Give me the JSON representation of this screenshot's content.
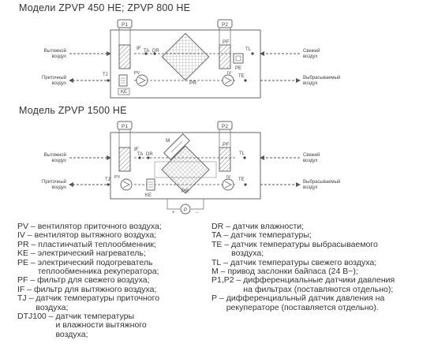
{
  "titles": {
    "model1": "Модели ZPVP 450 HE; ZPVP 800 HE",
    "model2": "Модель ZPVP 1500 HE"
  },
  "diagram_labels": {
    "exhaust_air_lines": [
      "Вытяжной",
      "воздух"
    ],
    "supply_air_lines": [
      "Приточный",
      "воздух"
    ],
    "fresh_air_lines": [
      "Свежий",
      "воздух"
    ],
    "discharge_air_lines": [
      "Выбрасываемый",
      "воздух"
    ],
    "P1": "P1",
    "P2": "P2",
    "P": "P",
    "IF": "IF",
    "PF": "PF",
    "PE": "PE",
    "KE": "KE",
    "TA": "TA",
    "DR": "DR",
    "TL": "TL",
    "TE": "TE",
    "TJ": "TJ",
    "PR": "PR",
    "PV": "PV",
    "IV": "IV",
    "M": "M",
    "plus": "+",
    "minus": "−"
  },
  "legend_left": [
    {
      "code": "PV",
      "sep": " – ",
      "lines": [
        "вентилятор приточного воздуха;"
      ]
    },
    {
      "code": "IV",
      "sep": " – ",
      "lines": [
        "вентилятор вытяжного воздуха;"
      ]
    },
    {
      "code": "PR",
      "sep": " – ",
      "lines": [
        "пластинчатый теплообменник;"
      ]
    },
    {
      "code": "KE",
      "sep": " – ",
      "lines": [
        "электрический нагреватель;"
      ]
    },
    {
      "code": "PE",
      "sep": " – ",
      "lines": [
        "электрический подогреватель",
        "теплообменника рекуператора;"
      ]
    },
    {
      "code": "PF",
      "sep": " – ",
      "lines": [
        "фильтр для свежего воздуха;"
      ]
    },
    {
      "code": "IF",
      "sep": " – ",
      "lines": [
        "фильтр для вытяжного воздуха;"
      ]
    },
    {
      "code": "TJ",
      "sep": " – ",
      "lines": [
        "датчик температуры приточного",
        "воздуха;"
      ]
    },
    {
      "code": "DTJ100",
      "sep": " – ",
      "lines": [
        "датчик температуры",
        "и влажности вытяжного",
        "воздуха;"
      ]
    }
  ],
  "legend_right": [
    {
      "code": "DR",
      "sep": " – ",
      "lines": [
        "датчик влажности;"
      ]
    },
    {
      "code": "TA",
      "sep": " – ",
      "lines": [
        "датчик температуры;"
      ]
    },
    {
      "code": "TE",
      "sep": " – ",
      "lines": [
        "датчик температуры выбрасываемого",
        "воздуха;"
      ]
    },
    {
      "code": "TL",
      "sep": " – ",
      "lines": [
        "датчик температуры свежего воздуха;"
      ]
    },
    {
      "code": "M",
      "sep": " – ",
      "lines": [
        "привод заслонки байпаса (24 В~);"
      ]
    },
    {
      "code": "P1,P2",
      "sep": " – ",
      "lines": [
        "дифференциальные датчики давления",
        "на фильтрах (поставляются отдельно);"
      ]
    },
    {
      "code": "P",
      "sep": " – ",
      "lines": [
        "дифференциальный датчик давления на",
        "рекуператоре (поставляется отдельно)."
      ]
    }
  ]
}
